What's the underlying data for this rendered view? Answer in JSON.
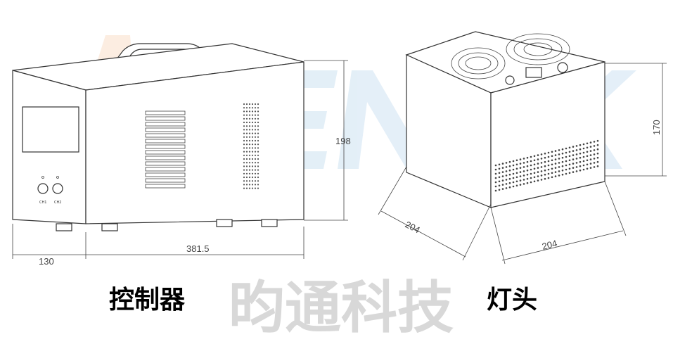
{
  "watermark": {
    "brand": "AVENTK",
    "company": "昀通科技"
  },
  "controller": {
    "caption": "控制器",
    "channels": [
      "CH1",
      "CH2"
    ],
    "dims": {
      "height": "198",
      "depth": "130",
      "width": "381.5"
    }
  },
  "lamp_head": {
    "caption": "灯头",
    "dims": {
      "height": "170",
      "side_a": "204",
      "side_b": "204"
    }
  },
  "colors": {
    "line": "#333333",
    "watermark_gray": "#d8d8d8",
    "watermark_orange": "#f0a060",
    "watermark_blue": "#6aa8d8"
  }
}
